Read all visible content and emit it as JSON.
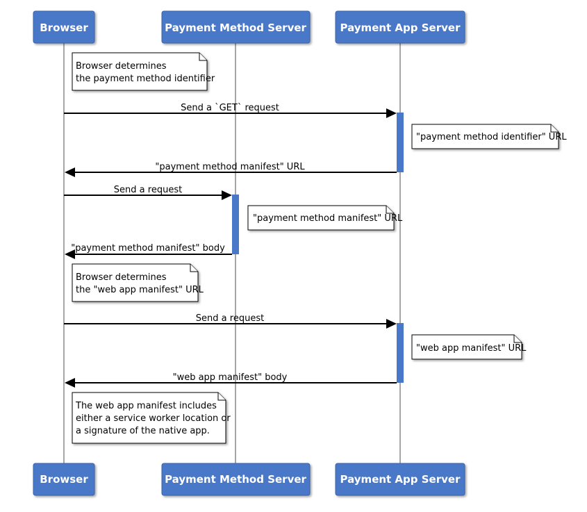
{
  "actors": [
    {
      "name": "Browser"
    },
    {
      "name": "Payment Method Server"
    },
    {
      "name": "Payment App Server"
    }
  ],
  "messages": [
    {
      "from": "Browser",
      "to": "Payment App Server",
      "label": "Send a `GET` request"
    },
    {
      "from": "Payment App Server",
      "to": "Browser",
      "label": "\"payment method manifest\" URL"
    },
    {
      "from": "Browser",
      "to": "Payment Method Server",
      "label": "Send a request"
    },
    {
      "from": "Payment Method Server",
      "to": "Browser",
      "label": "\"payment method manifest\" body"
    },
    {
      "from": "Browser",
      "to": "Payment App Server",
      "label": "Send a request"
    },
    {
      "from": "Payment App Server",
      "to": "Browser",
      "label": "\"web app manifest\" body"
    }
  ],
  "notes": [
    {
      "actor": "Browser",
      "lines": [
        "Browser determines",
        "the payment method identifier"
      ]
    },
    {
      "actor": "Payment App Server",
      "lines": [
        "\"payment method identifier\" URL"
      ]
    },
    {
      "actor": "Payment Method Server",
      "lines": [
        "\"payment method manifest\" URL"
      ]
    },
    {
      "actor": "Browser",
      "lines": [
        "Browser determines",
        "the \"web app manifest\" URL"
      ]
    },
    {
      "actor": "Payment App Server",
      "lines": [
        "\"web app manifest\" URL"
      ]
    },
    {
      "actor": "Browser",
      "lines": [
        "The web app manifest includes",
        "either a service worker location or",
        "a signature of the native app."
      ]
    }
  ],
  "colors": {
    "actor": "#4a78c8",
    "activation": "#4a78c8",
    "lifeline": "#888888"
  }
}
